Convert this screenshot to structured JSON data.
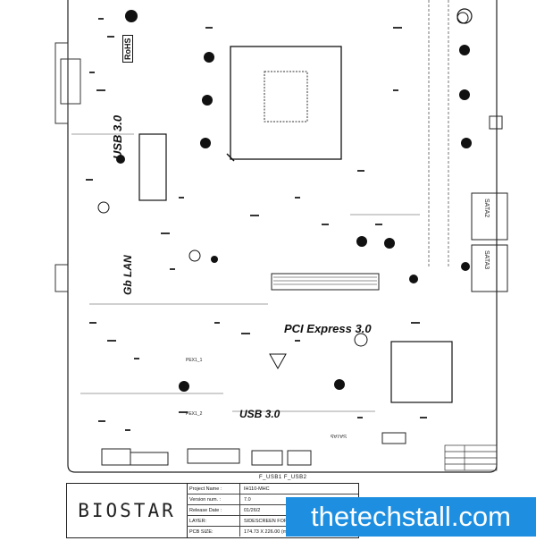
{
  "silkscreen": {
    "rohs": "RoHS",
    "usb30_left": "USB 3.0",
    "gb_lan": "Gb LAN",
    "pci_express": "PCI Express 3.0",
    "usb30_bottom": "USB 3.0",
    "sata2": "SATA2",
    "sata3": "SATA3",
    "sata5": "SATA5",
    "pexi_label": "PEX1_1",
    "pex2_label": "PEX1_2",
    "usb_headers": "F_USB1  F_USB2"
  },
  "title_block": {
    "brand": "BIOSTAR",
    "rows": [
      {
        "key": "Project Name :",
        "value": "IH110-MHC"
      },
      {
        "key": "Version num. :",
        "value": "7.0"
      },
      {
        "key": "Release Date :",
        "value": "01/26/2"
      },
      {
        "key": "LAYER:",
        "value": "SIDESCREEN FOR COM"
      },
      {
        "key": "PCB SIZE:",
        "value": "174.73 X 226.00 (m"
      }
    ]
  },
  "watermark": {
    "text": "thetechstall.com",
    "background": "#1e8fe0"
  }
}
